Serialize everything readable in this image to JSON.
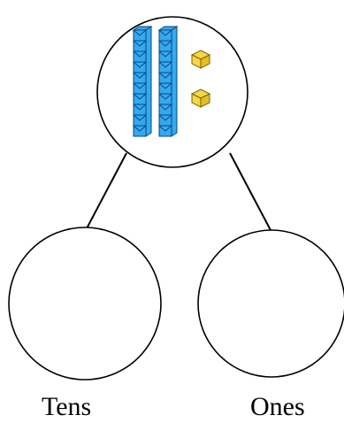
{
  "labels": {
    "left": "Tens",
    "right": "Ones"
  },
  "model": {
    "ten_rods": 2,
    "unit_cubes": 2
  },
  "colors": {
    "rod_face": "#35a9f0",
    "rod_stroke": "#08467a",
    "cube_face": "#f5d54a",
    "cube_side": "#e7bd27",
    "cube_stroke": "#7c6500",
    "line": "#000000"
  }
}
